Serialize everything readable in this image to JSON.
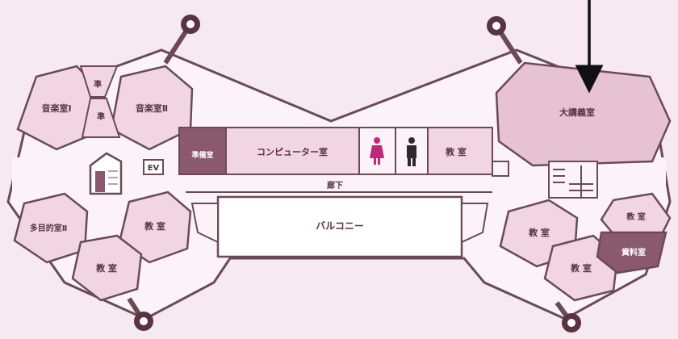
{
  "colors": {
    "background": "#f7e9f0",
    "wall": "#6b4a55",
    "room_fill": "#f1d6e2",
    "room_fill_dark": "#e7c2d3",
    "corridor_fill": "#fbf3f7",
    "stair_dark": "#8a5a6c",
    "female_icon": "#c0287a",
    "male_icon": "#2e2a2c",
    "arrow": "#111111"
  },
  "rooms": {
    "music_room_1": "音楽室Ⅰ",
    "music_room_2": "音楽室Ⅱ",
    "prep_room_top": "準",
    "prep_room_bottom": "準",
    "elevator": "EV",
    "prep_room_dark": "準備室",
    "computer_room": "コンピューター室",
    "classroom_center": "教 室",
    "lecture_hall": "大講義室",
    "multipurpose_room_2": "多目的室Ⅱ",
    "classroom_left_a": "教 室",
    "classroom_left_b": "教 室",
    "balcony": "バルコニー",
    "corridor": "廊下",
    "classroom_right_a": "教 室",
    "classroom_right_b": "教 室",
    "classroom_right_c": "教 室",
    "materials_room": "資料室"
  },
  "icons": {
    "female": "female-restroom-icon",
    "male": "male-restroom-icon",
    "stairs": "stairs-icon",
    "lamp": "lamp-post-icon",
    "arrow": "down-arrow-icon"
  }
}
